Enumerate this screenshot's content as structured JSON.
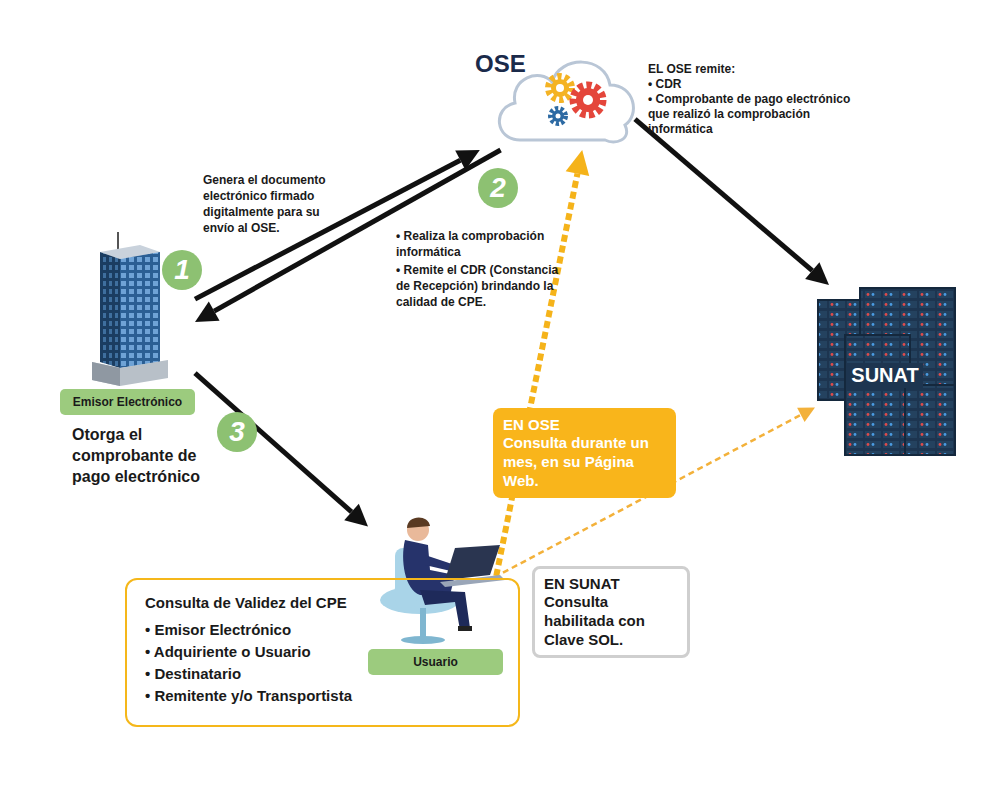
{
  "diagram": {
    "nodes": [
      {
        "text": [
          "OSE"
        ]
      },
      {
        "text": [
          "Emisor Electrónico"
        ]
      },
      {
        "text": [
          "SUNAT"
        ]
      },
      {
        "text": [
          "EN OSE",
          "Consulta durante un mes, en su Página Web."
        ]
      },
      {
        "text": [
          "Usuario"
        ]
      },
      {
        "text": [
          "EN SUNAT",
          "Consulta habilitada con Clave SOL."
        ]
      },
      {
        "text": [
          "Consulta de Validez del CPE",
          "• Emisor Electrónico",
          "• Adquiriente o Usuario",
          "• Destinatario",
          "• Remitente y/o Transportista"
        ]
      }
    ],
    "edges": [
      {
        "from": 1,
        "to": 0,
        "arrow": "to"
      },
      {
        "from": 0,
        "to": 1,
        "arrow": "to"
      },
      {
        "from": 1,
        "to": 4,
        "arrow": "to"
      },
      {
        "from": 0,
        "to": 2,
        "arrow": "to"
      },
      {
        "from": 4,
        "to": 0,
        "arrow": "to"
      },
      {
        "from": 4,
        "to": 2,
        "arrow": "to"
      }
    ],
    "labels": [
      "Genera el documento electrónico firmado digitalmente para su envío al OSE.",
      "1",
      "2",
      "• Realiza la comprobación informática",
      "• Remite el CDR (Constancia de Recepción) brindando la calidad de CPE.",
      "EL OSE remite:",
      "• CDR",
      "• Comprobante de pago electrónico que realizó la comprobación informática",
      "3",
      "Otorga el comprobante de pago electrónico"
    ]
  }
}
